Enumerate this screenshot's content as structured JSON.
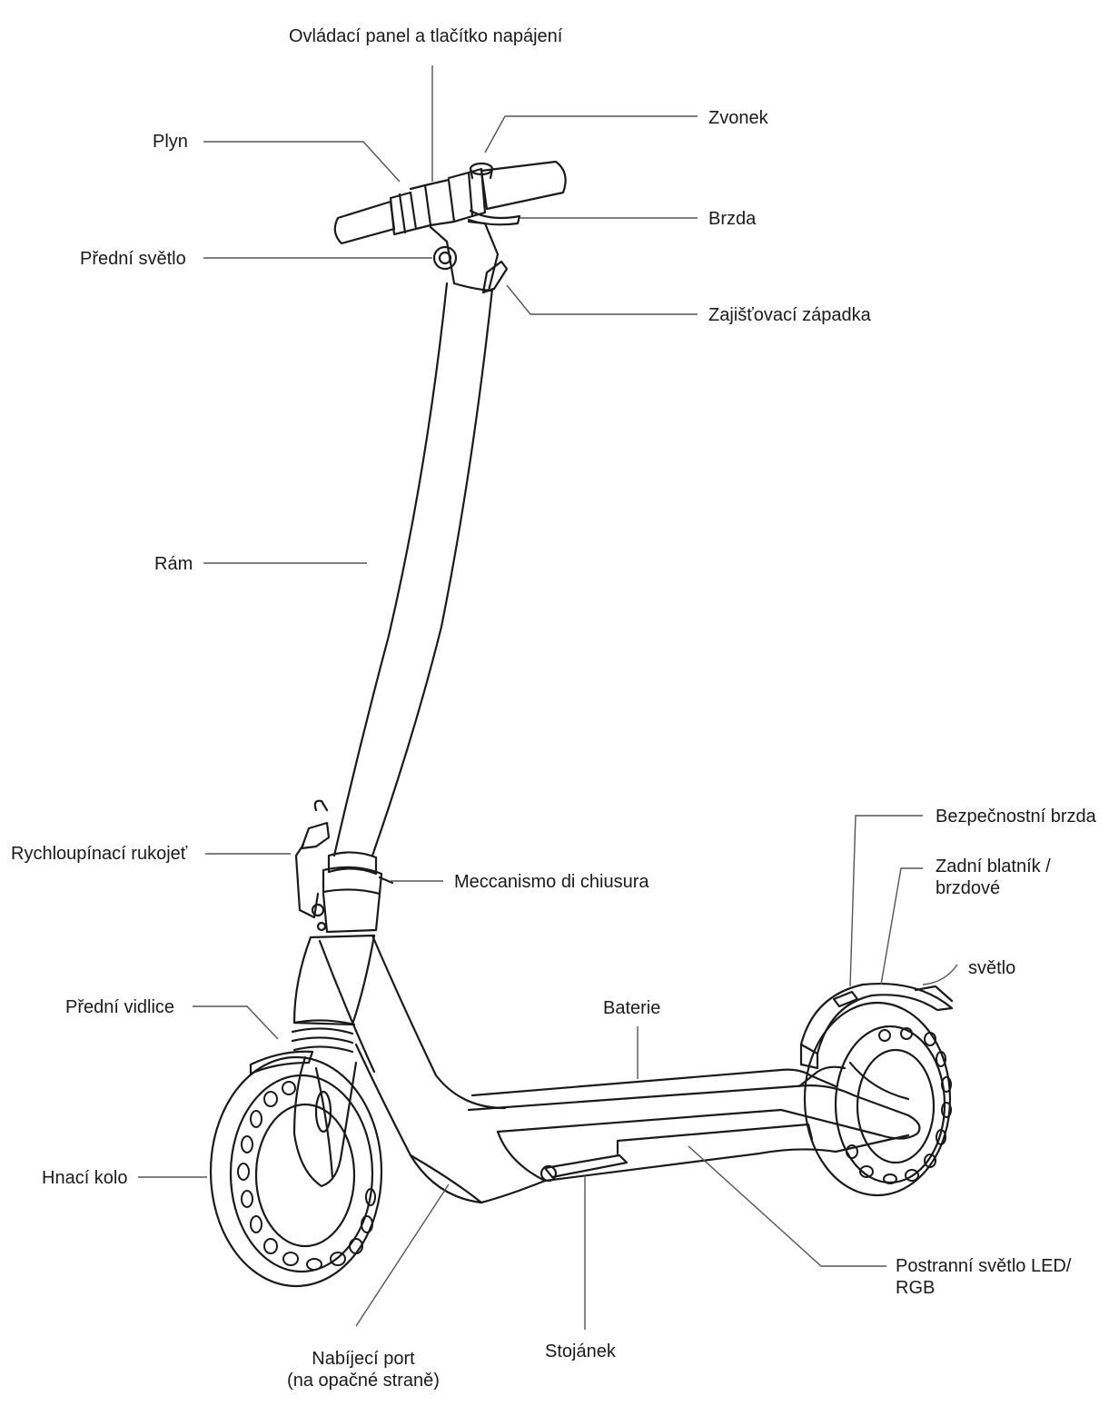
{
  "labels": {
    "control_panel": "Ovládací panel a tlačítko napájení",
    "throttle": "Plyn",
    "bell": "Zvonek",
    "brake": "Brzda",
    "front_light": "Přední světlo",
    "locking_latch": "Zajišťovací západka",
    "frame": "Rám",
    "quick_release": "Rychloupínací rukojeť",
    "folding_mechanism": "Meccanismo di chiusura",
    "safety_brake": "Bezpečnostní brzda",
    "rear_fender_1": "Zadní blatník /",
    "rear_fender_2": "brzdové",
    "rear_fender_3": "světlo",
    "front_fork": "Přední vidlice",
    "battery": "Baterie",
    "drive_wheel": "Hnací kolo",
    "side_led_1": "Postranní světlo LED/",
    "side_led_2": "RGB",
    "kickstand": "Stojánek",
    "charging_port_1": "Nabíjecí port",
    "charging_port_2": "(na opačné straně)"
  },
  "colors": {
    "line": "#1a1a1a",
    "leader": "#555555",
    "background": "#ffffff"
  }
}
